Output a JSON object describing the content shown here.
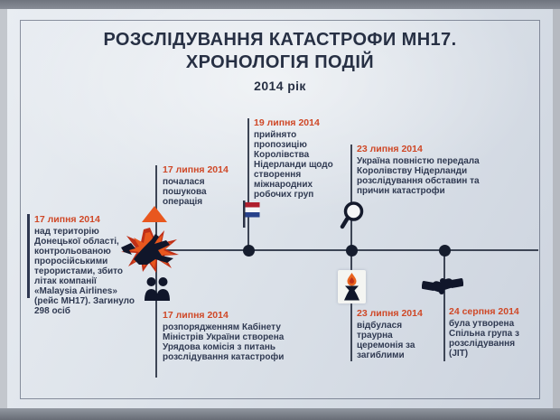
{
  "title": {
    "line1": "РОЗСЛІДУВАННЯ КАТАСТРОФИ МН17.",
    "line2": "ХРОНОЛОГІЯ ПОДІЙ",
    "line3": "2014 рік"
  },
  "events": {
    "crash": {
      "date": "17 липня 2014",
      "text": "над територію Донецької області, контрольованою проросійськими терористами, збито літак компанії «Malaysia Airlines» (рейс МН17). Загинуло 298 осіб",
      "icon": "plane-crash-icon"
    },
    "search": {
      "date": "17 липня 2014",
      "text": "почалася пошукова операція",
      "icon": "warning-triangle-icon"
    },
    "nl_proposal": {
      "date": "19 липня 2014",
      "text": "прийнято пропозицію Королівства Нідерланди щодо створення міжнародних робочих груп",
      "icon": "netherlands-flag-icon"
    },
    "transfer": {
      "date": "23 липня 2014",
      "text": "Україна повністю передала Королівству Нідерланди розслідування обставин та причин катастрофи",
      "icon": "magnifier-icon"
    },
    "cabinet": {
      "date": "17 липня 2014",
      "text": "розпорядженням Кабінету Міністрів України створена Урядова комісія з питань розслідування катастрофи",
      "icon": "people-icon"
    },
    "mourning": {
      "date": "23 липня 2014",
      "text": "відбулася траурна церемонія за загиблими",
      "icon": "candle-icon"
    },
    "jit": {
      "date": "24 серпня 2014",
      "text": "була утворена Спільна група з розслідування (JIT)",
      "icon": "handshake-icon"
    }
  },
  "colors": {
    "date_accent": "#cf4827",
    "body_text": "#303a52",
    "timeline": "#3d4555",
    "explosion_orange": "#e8571e",
    "explosion_red": "#bf3018",
    "flag_red": "#b01f2e",
    "flag_white": "#f4f6f8",
    "flag_blue": "#27418b"
  }
}
